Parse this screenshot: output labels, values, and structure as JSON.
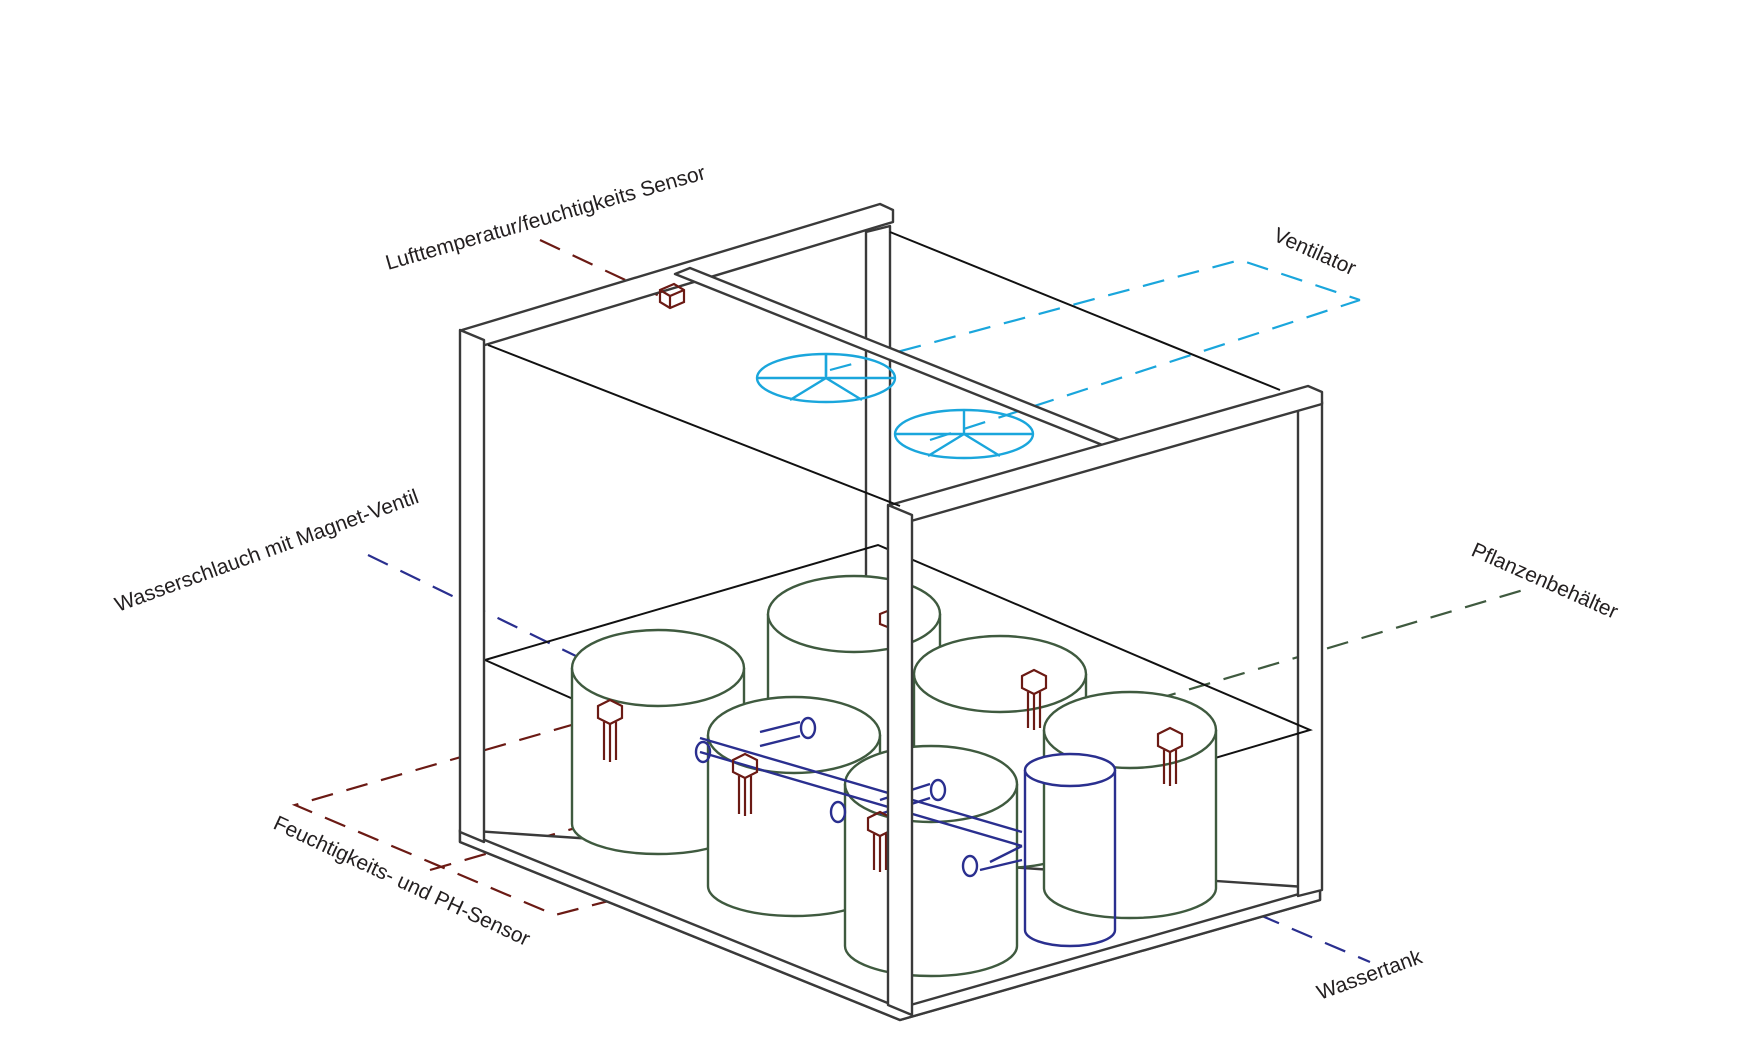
{
  "labels": {
    "air_sensor": "Lufttemperatur/feuchtigkeits Sensor",
    "fan": "Ventilator",
    "water_hose": "Wasserschlauch mit Magnet-Ventil",
    "plant_container": "Pflanzenbehälter",
    "moisture_ph_sensor": "Feuchtigkeits- und PH-Sensor",
    "water_tank": "Wassertank"
  },
  "colors": {
    "frame": "#3a3a3a",
    "fan": "#1aa6dc",
    "water": "#2a2f8f",
    "sensor": "#6b1a14",
    "plant": "#3f5a3f",
    "text": "#231f20"
  }
}
